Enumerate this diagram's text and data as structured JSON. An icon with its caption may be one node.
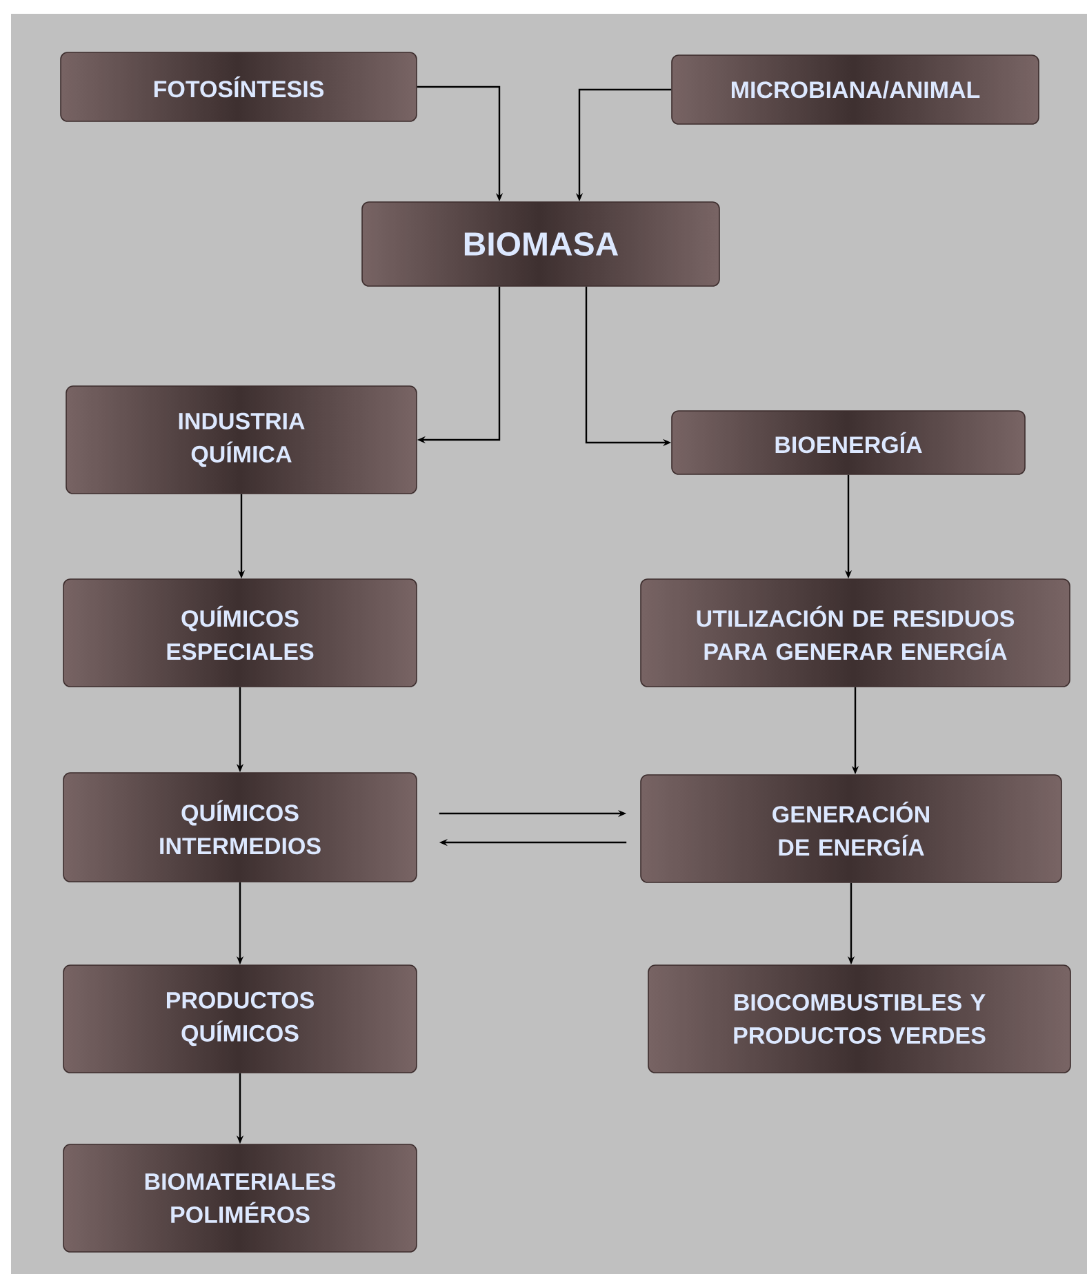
{
  "diagram": {
    "nodes": [
      {
        "text": [
          "FOTOSÍNTESIS"
        ]
      },
      {
        "text": [
          "MICROBIANA/ANIMAL"
        ]
      },
      {
        "text": [
          "BIOMASA"
        ]
      },
      {
        "text": [
          "INDUSTRIA QUÍMICA"
        ]
      },
      {
        "text": [
          "BIOENERGÍA"
        ]
      },
      {
        "text": [
          "QUÍMICOS ESPECIALES"
        ]
      },
      {
        "text": [
          "UTILIZACIÓN DE RESIDUOS PARA GENERAR ENERGÍA"
        ]
      },
      {
        "text": [
          "QUÍMICOS INTERMEDIOS"
        ]
      },
      {
        "text": [
          "GENERACIÓN DE ENERGÍA"
        ]
      },
      {
        "text": [
          "PRODUCTOS QUÍMICOS"
        ]
      },
      {
        "text": [
          "BIOCOMBUSTIBLES Y PRODUCTOS VERDES"
        ]
      },
      {
        "text": [
          "BIOMATERIALES POLIMÉROS"
        ]
      }
    ],
    "edges": [
      {
        "from": 0,
        "to": 2,
        "arrow": "to"
      },
      {
        "from": 1,
        "to": 2,
        "arrow": "to"
      },
      {
        "from": 2,
        "to": 3,
        "arrow": "to"
      },
      {
        "from": 2,
        "to": 4,
        "arrow": "to"
      },
      {
        "from": 3,
        "to": 5,
        "arrow": "to"
      },
      {
        "from": 4,
        "to": 6,
        "arrow": "to"
      },
      {
        "from": 5,
        "to": 7,
        "arrow": "to"
      },
      {
        "from": 6,
        "to": 8,
        "arrow": "to"
      },
      {
        "from": 7,
        "to": 8,
        "arrow": "to"
      },
      {
        "from": 8,
        "to": 7,
        "arrow": "to"
      },
      {
        "from": 7,
        "to": 9,
        "arrow": "to"
      },
      {
        "from": 8,
        "to": 10,
        "arrow": "to"
      },
      {
        "from": 9,
        "to": 11,
        "arrow": "to"
      }
    ]
  }
}
